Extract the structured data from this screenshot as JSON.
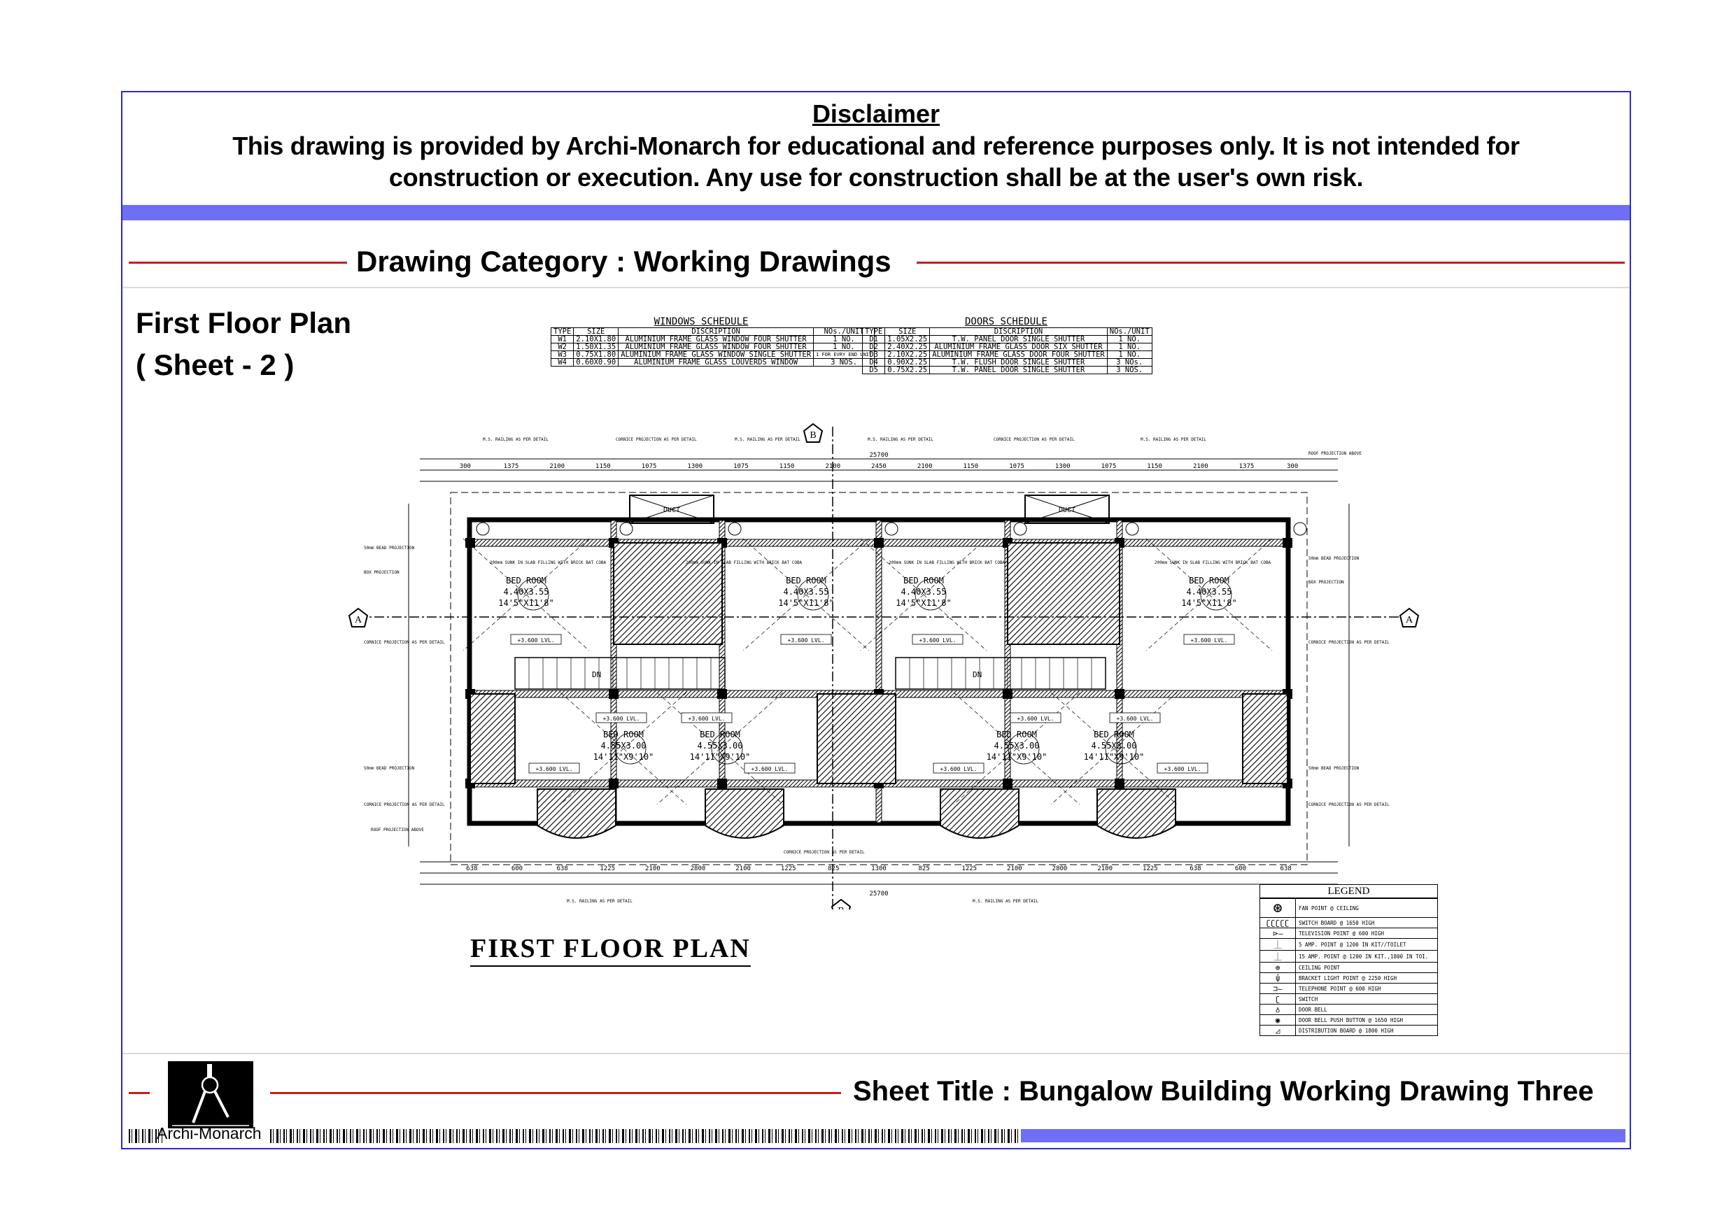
{
  "disclaimer": {
    "title": "Disclaimer",
    "line1": "This drawing is provided by Archi-Monarch for educational and reference purposes only. It is not intended for",
    "line2": "construction or execution. Any use for construction shall be at the user's own risk."
  },
  "category": "Drawing Category : Working Drawings",
  "plan_name": {
    "line1": "First Floor Plan",
    "line2": "( Sheet - 2 )"
  },
  "windows_schedule": {
    "title": "WINDOWS  SCHEDULE",
    "headers": [
      "TYPE",
      "SIZE",
      "DISCRIPTION",
      "NOs./UNIT"
    ],
    "rows": [
      [
        "W1",
        "2.10X1.80",
        "ALUMINIUM FRAME GLASS WINDOW FOUR SHUTTER",
        "1 NO."
      ],
      [
        "W2",
        "1.50X1.35",
        "ALUMINIUM FRAME GLASS WINDOW FOUR SHUTTER",
        "1 NO."
      ],
      [
        "W3",
        "0.75X1.80",
        "ALUMINIUM FRAME GLASS WINDOW SINGLE SHUTTER",
        "1 FOR EVRY END UNIT"
      ],
      [
        "W4",
        "0.60X0.90",
        "ALUMINIUM FRAME GLASS LOUVERDS WINDOW",
        "3 NOS."
      ]
    ]
  },
  "doors_schedule": {
    "title": "DOORS  SCHEDULE",
    "headers": [
      "TYPE",
      "SIZE",
      "DISCRIPTION",
      "NOs./UNIT"
    ],
    "rows": [
      [
        "D1",
        "1.05X2.25",
        "T.W. PANEL DOOR SINGLE SHUTTER",
        "1 NO."
      ],
      [
        "D2",
        "2.40X2.25",
        "ALUMINIUM FRAME GLASS DOOR SIX SHUTTER",
        "1 NO."
      ],
      [
        "D3",
        "2.10X2.25",
        "ALUMINIUM FRAME GLASS DOOR FOUR SHUTTER",
        "1 NO."
      ],
      [
        "D4",
        "0.90X2.25",
        "T.W. FLUSH DOOR SINGLE SHUTTER",
        "3 NOs."
      ],
      [
        "D5",
        "0.75X2.25",
        "T.W. PANEL DOOR SINGLE SHUTTER",
        "3 NOS."
      ]
    ]
  },
  "plan": {
    "title": "FIRST  FLOOR  PLAN",
    "section_a": "A",
    "section_b": "B",
    "top_rooms": [
      {
        "name": "BED ROOM",
        "size": "4.40X3.55",
        "imperial": "14'5\"X11'8\""
      },
      {
        "name": "BED ROOM",
        "size": "4.40X3.55",
        "imperial": "14'5\"X11'8\""
      },
      {
        "name": "BED ROOM",
        "size": "4.40X3.55",
        "imperial": "14'5\"X11'8\""
      },
      {
        "name": "BED ROOM",
        "size": "4.40X3.55",
        "imperial": "14'5\"X11'8\""
      }
    ],
    "bottom_rooms": [
      {
        "name": "BED ROOM",
        "size": "4.55X3.00",
        "imperial": "14'11\"X9'10\""
      },
      {
        "name": "BED ROOM",
        "size": "4.55X3.00",
        "imperial": "14'11\"X9'10\""
      },
      {
        "name": "BED ROOM",
        "size": "4.55X3.00",
        "imperial": "14'11\"X9'10\""
      },
      {
        "name": "BED ROOM",
        "size": "4.55X3.00",
        "imperial": "14'11\"X9'10\""
      }
    ],
    "level_label": "+3.600 LVL.",
    "stair_label": "DN",
    "duct_label": "DUCT",
    "overall_dim": "25700",
    "top_dims": [
      "300",
      "1375",
      "2100",
      "1150",
      "1075",
      "1300",
      "1075",
      "1150",
      "2100",
      "2450",
      "2100",
      "1150",
      "1075",
      "1300",
      "1075",
      "1150",
      "2100",
      "1375",
      "300"
    ],
    "bottom_dims": [
      "638",
      "600",
      "638",
      "1225",
      "2100",
      "2800",
      "2100",
      "1225",
      "825",
      "1300",
      "825",
      "1225",
      "2100",
      "2800",
      "2100",
      "1225",
      "638",
      "600",
      "638"
    ],
    "notes": {
      "railing": "M.S. RAILING AS PER DETAIL",
      "cornice": "CORNICE PROJECTION AS PER DETAIL",
      "bead": "50mm BEAD PROJECTION",
      "box": "BOX PROJECTION",
      "roof": "ROOF PROJECTION ABOVE",
      "sunk": "200mm SUNK IN SLAB FILLING WITH BRICK BAT COBA"
    }
  },
  "legend": {
    "title": "LEGEND",
    "items": [
      {
        "symbol": "fan-icon",
        "glyph": "⊛",
        "label": "FAN POINT @ CEILING"
      },
      {
        "symbol": "switch-board-icon",
        "glyph": "ʗʗʗʗʗ",
        "label": "SWITCH BOARD @ 1650 HIGH"
      },
      {
        "symbol": "television-icon",
        "glyph": "⋗—",
        "label": "TELEVISION POINT @ 600 HIGH"
      },
      {
        "symbol": "socket-5a-icon",
        "glyph": "⏊",
        "label": "5 AMP. POINT @ 1200 IN KIT//TOILET"
      },
      {
        "symbol": "socket-15a-icon",
        "glyph": "⏊",
        "label": "15 AMP. POINT @ 1200 IN KIT.,1800 IN TOI."
      },
      {
        "symbol": "ceiling-point-icon",
        "glyph": "⊕",
        "label": "CEILING POINT"
      },
      {
        "symbol": "bracket-light-icon",
        "glyph": "⍦",
        "label": "BRACKET LIGHT POINT @ 2250 HIGH"
      },
      {
        "symbol": "telephone-icon",
        "glyph": "⊐—",
        "label": "TELEPHONE POINT @ 600 HIGH"
      },
      {
        "symbol": "switch-icon",
        "glyph": "ʗ",
        "label": "SWITCH"
      },
      {
        "symbol": "door-bell-icon",
        "glyph": "♁",
        "label": "DOOR BELL"
      },
      {
        "symbol": "bell-push-icon",
        "glyph": "◉",
        "label": "DOOR BELL PUSH BUTTON @ 1650 HIGH"
      },
      {
        "symbol": "distribution-board-icon",
        "glyph": "◿",
        "label": "DISTRIBUTION BOARD @ 1800 HIGH"
      }
    ]
  },
  "sheet_title": "Sheet Title : Bungalow Building Working Drawing Three",
  "brand": "Archi-Monarch",
  "colors": {
    "frame": "#2a2ad0",
    "band": "#6f6ff5",
    "rule": "#c81e1e"
  }
}
